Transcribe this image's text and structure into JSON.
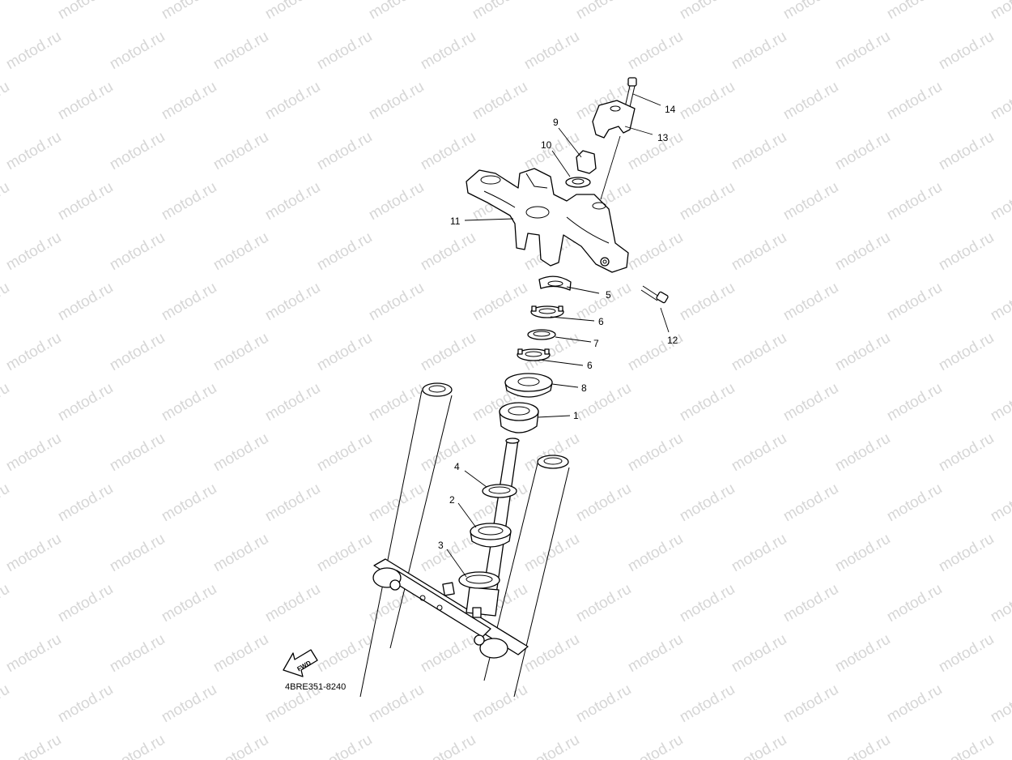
{
  "watermark": {
    "text": "motod.ru",
    "color": "#d6d6d6"
  },
  "diagram": {
    "code": "4BRE351-8240",
    "fwd_label": "FWD",
    "callouts": {
      "p14": "14",
      "p13": "13",
      "p9": "9",
      "p10": "10",
      "p11": "11",
      "p5": "5",
      "p12": "12",
      "p6a": "6",
      "p7": "7",
      "p6b": "6",
      "p8": "8",
      "p1": "1",
      "p4": "4",
      "p2": "2",
      "p3": "3"
    }
  }
}
